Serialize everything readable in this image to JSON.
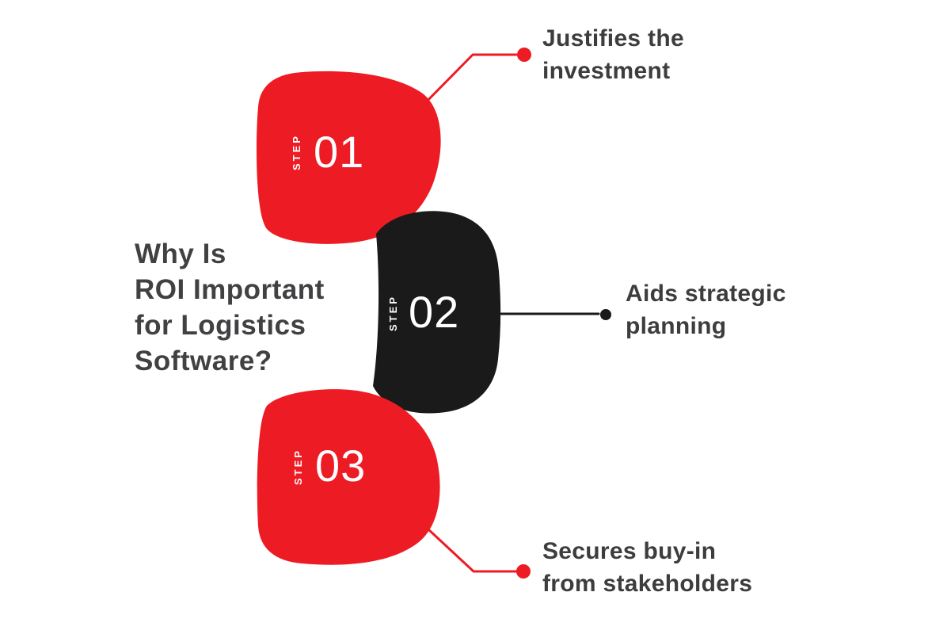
{
  "title": {
    "text": "Why Is\nROI Important\nfor Logistics\nSoftware?"
  },
  "steps": [
    {
      "label": "STEP",
      "number": "01",
      "color": "#ed1c24",
      "callout": "Justifies the\ninvestment"
    },
    {
      "label": "STEP",
      "number": "02",
      "color": "#1a1a1a",
      "callout": "Aids strategic\nplanning"
    },
    {
      "label": "STEP",
      "number": "03",
      "color": "#ed1c24",
      "callout": "Secures buy-in\nfrom stakeholders"
    }
  ],
  "colors": {
    "red": "#ed1c24",
    "black": "#1a1a1a",
    "text_dark": "#414042",
    "background": "#ffffff"
  }
}
